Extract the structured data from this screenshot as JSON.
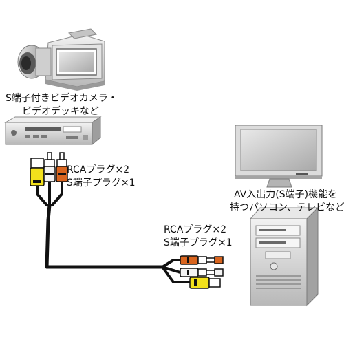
{
  "labels": {
    "camera_line1": "S端子付きビデオカメラ・",
    "camera_line2": "ビデオデッキなど",
    "pc_line1": "AV入出力(S端子)機能を",
    "pc_line2": "持つパソコン、テレビなど",
    "plug_top_line1": "RCAプラグ×2",
    "plug_top_line2": "S端子プラグ×1",
    "plug_bottom_line1": "RCAプラグ×2",
    "plug_bottom_line2": "S端子プラグ×1"
  },
  "colors": {
    "cable": "#111111",
    "plug_yellow": "#f2e01c",
    "plug_white": "#f4f4f4",
    "plug_red": "#d9651f",
    "device_gray": "#d6d6d6",
    "device_dark": "#8a8a8a",
    "screen": "#cfcfcf"
  },
  "icons": [
    "video-camera-icon",
    "video-deck-icon",
    "monitor-icon",
    "pc-tower-icon",
    "rca-plug-icon",
    "s-video-plug-icon"
  ]
}
